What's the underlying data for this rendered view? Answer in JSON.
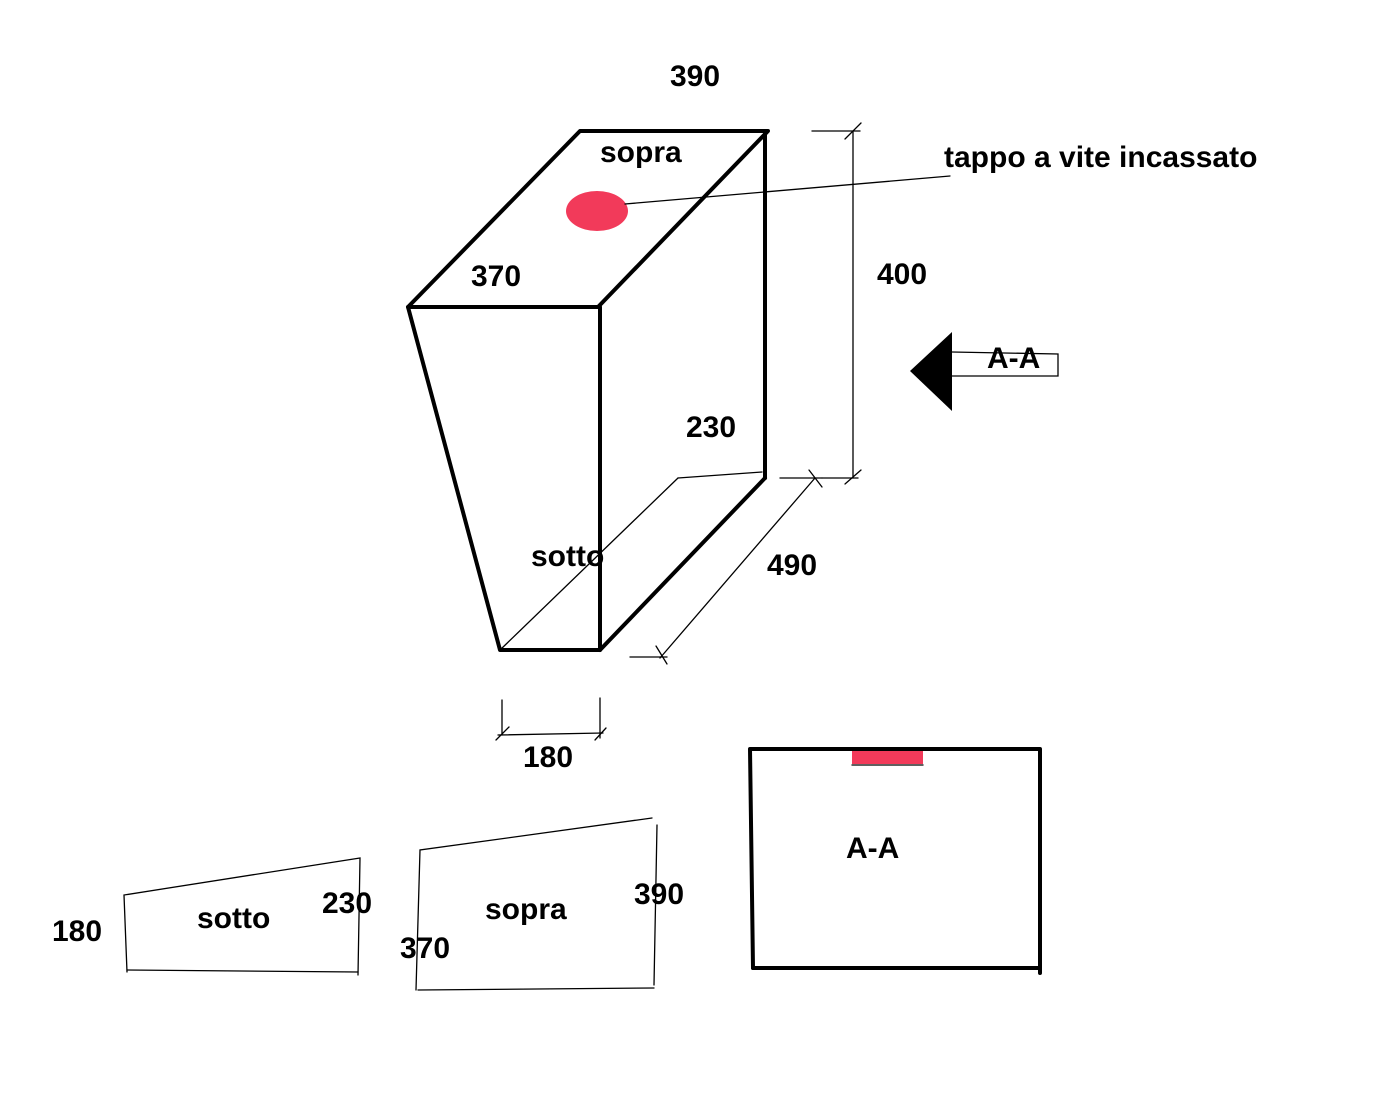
{
  "colors": {
    "ink": "#000000",
    "cap": "#f23a5a",
    "background": "#ffffff"
  },
  "iso": {
    "top_face_label": "sopra",
    "bottom_face_label": "sotto",
    "dim_top_width": "390",
    "dim_top_depth": "370",
    "dim_height": "400",
    "dim_bottom_depth": "230",
    "dim_length": "490",
    "dim_bottom_width": "180",
    "cap_callout": "tappo a vite incassato"
  },
  "section_marker": {
    "label": "A-A"
  },
  "flat_views": {
    "sotto": {
      "label": "sotto",
      "left_dim": "180",
      "right_dim": "230"
    },
    "sopra": {
      "label": "sopra",
      "left_dim": "370",
      "right_dim": "390"
    }
  },
  "section_view": {
    "label": "A-A"
  }
}
